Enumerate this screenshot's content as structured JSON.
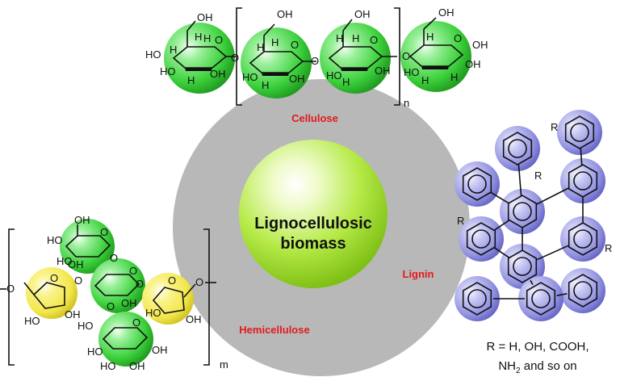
{
  "center": {
    "line1": "Lignocellulosic",
    "line2": "biomass"
  },
  "labels": {
    "cellulose": "Cellulose",
    "hemicellulose": "Hemicellulose",
    "lignin": "Lignin"
  },
  "repeat": {
    "cellulose_n": "n",
    "hemicellulose_m": "m"
  },
  "substituent": {
    "r": "R"
  },
  "r_definition": {
    "line1": "R = H, OH, COOH,",
    "line2_prefix": "NH",
    "line2_sub": "2",
    "line2_suffix": " and so on"
  },
  "atoms": {
    "oh": "OH",
    "ho": "HO",
    "h": "H",
    "o": "O"
  },
  "colors": {
    "cellulose_sphere": "#3cd13c",
    "hemicellulose_sphere_green": "#3cd13c",
    "hemicellulose_sphere_yellow": "#f2e64a",
    "lignin_sphere": "#8f8fe0",
    "outer_disc": "#b8b8b8",
    "core_sphere": "#a8e23a",
    "label_red": "#e31a1c"
  }
}
